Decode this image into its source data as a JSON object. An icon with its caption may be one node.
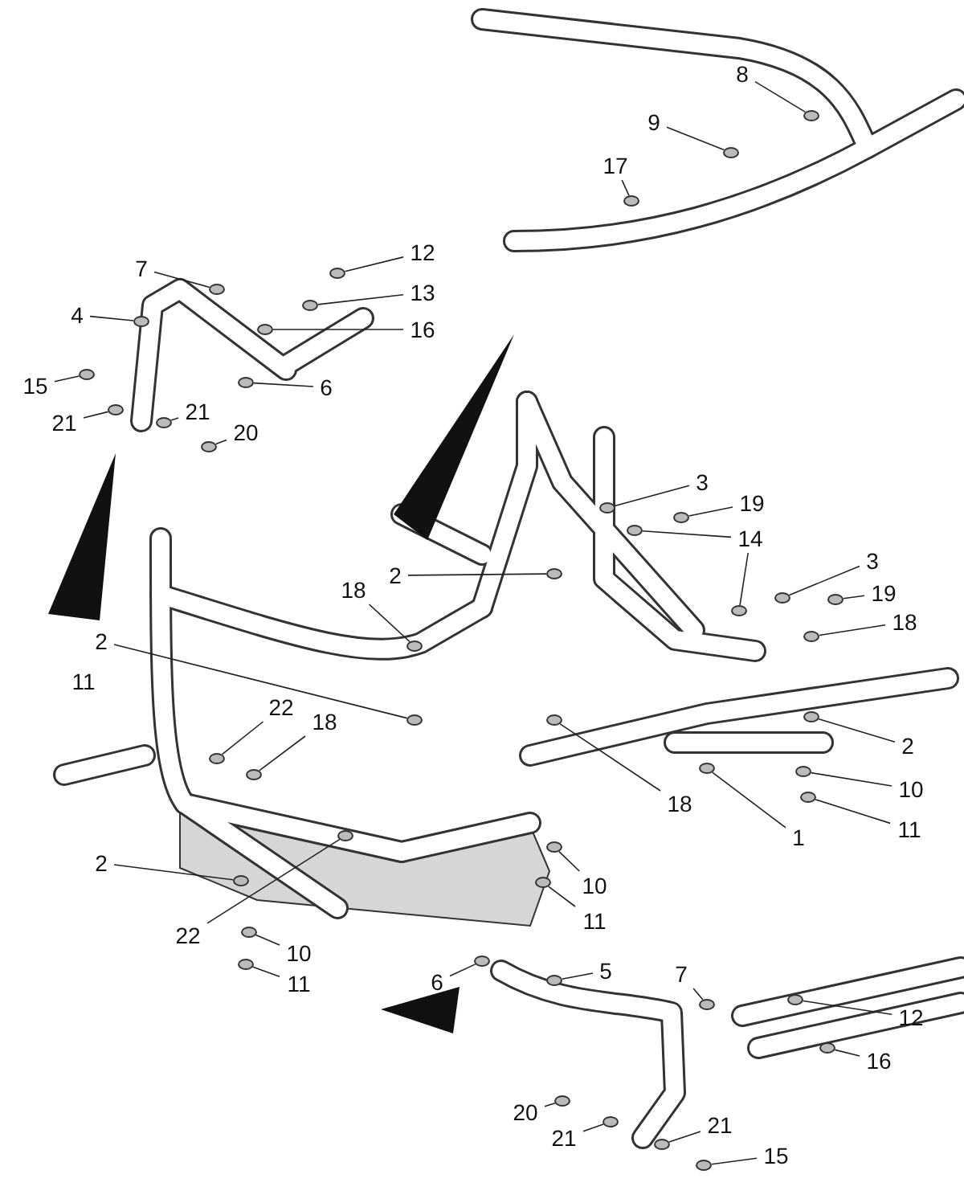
{
  "diagram": {
    "nodes": [
      {
        "text": [
          "8"
        ]
      },
      {
        "text": [
          "9"
        ]
      },
      {
        "text": [
          "17"
        ]
      },
      {
        "text": [
          "7"
        ]
      },
      {
        "text": [
          "12"
        ]
      },
      {
        "text": [
          "13"
        ]
      },
      {
        "text": [
          "16"
        ]
      },
      {
        "text": [
          "4"
        ]
      },
      {
        "text": [
          "15"
        ]
      },
      {
        "text": [
          "6"
        ]
      },
      {
        "text": [
          "21"
        ]
      },
      {
        "text": [
          "21"
        ]
      },
      {
        "text": [
          "20"
        ]
      },
      {
        "text": [
          "3"
        ]
      },
      {
        "text": [
          "19"
        ]
      },
      {
        "text": [
          "14"
        ]
      },
      {
        "text": [
          "3"
        ]
      },
      {
        "text": [
          "19"
        ]
      },
      {
        "text": [
          "18"
        ]
      },
      {
        "text": [
          "2"
        ]
      },
      {
        "text": [
          "18"
        ]
      },
      {
        "text": [
          "2"
        ]
      },
      {
        "text": [
          "22"
        ]
      },
      {
        "text": [
          "18"
        ]
      },
      {
        "text": [
          "2"
        ]
      },
      {
        "text": [
          "10"
        ]
      },
      {
        "text": [
          "11"
        ]
      },
      {
        "text": [
          "1"
        ]
      },
      {
        "text": [
          "18"
        ]
      },
      {
        "text": [
          "2"
        ]
      },
      {
        "text": [
          "10"
        ]
      },
      {
        "text": [
          "11"
        ]
      },
      {
        "text": [
          "22"
        ]
      },
      {
        "text": [
          "10"
        ]
      },
      {
        "text": [
          "11"
        ]
      },
      {
        "text": [
          "6"
        ]
      },
      {
        "text": [
          "5"
        ]
      },
      {
        "text": [
          "7"
        ]
      },
      {
        "text": [
          "12"
        ]
      },
      {
        "text": [
          "16"
        ]
      },
      {
        "text": [
          "20"
        ]
      },
      {
        "text": [
          "21"
        ]
      },
      {
        "text": [
          "21"
        ]
      },
      {
        "text": [
          "15"
        ]
      },
      {
        "text": [],
        "shape": "circle"
      },
      {
        "text": [],
        "shape": "circle"
      },
      {
        "text": [],
        "shape": "circle"
      },
      {
        "text": [],
        "shape": "circle"
      },
      {
        "text": [],
        "shape": "circle"
      },
      {
        "text": [],
        "shape": "circle"
      },
      {
        "text": [],
        "shape": "circle"
      },
      {
        "text": [],
        "shape": "circle"
      },
      {
        "text": [],
        "shape": "circle"
      },
      {
        "text": [],
        "shape": "circle"
      },
      {
        "text": [],
        "shape": "circle"
      },
      {
        "text": [],
        "shape": "circle"
      },
      {
        "text": [],
        "shape": "circle"
      },
      {
        "text": [],
        "shape": "circle"
      },
      {
        "text": [],
        "shape": "circle"
      },
      {
        "text": [],
        "shape": "circle"
      },
      {
        "text": [],
        "shape": "circle"
      },
      {
        "text": [],
        "shape": "circle"
      },
      {
        "text": [],
        "shape": "circle"
      },
      {
        "text": [],
        "shape": "circle"
      },
      {
        "text": [],
        "shape": "circle"
      },
      {
        "text": [],
        "shape": "circle"
      },
      {
        "text": [],
        "shape": "circle"
      },
      {
        "text": [],
        "shape": "circle"
      },
      {
        "text": [],
        "shape": "circle"
      },
      {
        "text": [],
        "shape": "circle"
      },
      {
        "text": [],
        "shape": "circle"
      },
      {
        "text": [],
        "shape": "circle"
      },
      {
        "text": [],
        "shape": "circle"
      },
      {
        "text": [],
        "shape": "circle"
      },
      {
        "text": [],
        "shape": "circle"
      },
      {
        "text": [],
        "shape": "circle"
      },
      {
        "text": [],
        "shape": "circle"
      },
      {
        "text": [],
        "shape": "circle"
      },
      {
        "text": [],
        "shape": "circle"
      },
      {
        "text": [],
        "shape": "circle"
      },
      {
        "text": [],
        "shape": "circle"
      },
      {
        "text": [],
        "shape": "circle"
      },
      {
        "text": [],
        "shape": "circle"
      },
      {
        "text": [],
        "shape": "circle"
      },
      {
        "text": [],
        "shape": "circle"
      },
      {
        "text": [],
        "shape": "circle"
      },
      {
        "text": [],
        "shape": "circle"
      },
      {
        "text": [],
        "shape": "circle"
      },
      {
        "text": [],
        "shape": "circle"
      }
    ],
    "edges": [
      {
        "from": 0,
        "to": 44,
        "arrow": "none"
      },
      {
        "from": 1,
        "to": 45,
        "arrow": "none"
      },
      {
        "from": 2,
        "to": 46,
        "arrow": "none"
      },
      {
        "from": 3,
        "to": 47,
        "arrow": "none"
      },
      {
        "from": 4,
        "to": 48,
        "arrow": "none"
      },
      {
        "from": 5,
        "to": 49,
        "arrow": "none"
      },
      {
        "from": 6,
        "to": 50,
        "arrow": "none"
      },
      {
        "from": 7,
        "to": 51,
        "arrow": "none"
      },
      {
        "from": 8,
        "to": 52,
        "arrow": "none"
      },
      {
        "from": 9,
        "to": 53,
        "arrow": "none"
      },
      {
        "from": 10,
        "to": 54,
        "arrow": "none"
      },
      {
        "from": 11,
        "to": 55,
        "arrow": "none"
      },
      {
        "from": 12,
        "to": 56,
        "arrow": "none"
      },
      {
        "from": 13,
        "to": 57,
        "arrow": "none"
      },
      {
        "from": 14,
        "to": 58,
        "arrow": "none"
      },
      {
        "from": 15,
        "to": 59,
        "arrow": "none"
      },
      {
        "from": 15,
        "to": 60,
        "arrow": "none"
      },
      {
        "from": 16,
        "to": 61,
        "arrow": "none"
      },
      {
        "from": 17,
        "to": 62,
        "arrow": "none"
      },
      {
        "from": 18,
        "to": 63,
        "arrow": "none"
      },
      {
        "from": 19,
        "to": 64,
        "arrow": "none"
      },
      {
        "from": 20,
        "to": 65,
        "arrow": "none"
      },
      {
        "from": 21,
        "to": 66,
        "arrow": "none"
      },
      {
        "from": 22,
        "to": 67,
        "arrow": "none"
      },
      {
        "from": 23,
        "to": 68,
        "arrow": "none"
      },
      {
        "from": 24,
        "to": 69,
        "arrow": "none"
      },
      {
        "from": 25,
        "to": 70,
        "arrow": "none"
      },
      {
        "from": 26,
        "to": 71,
        "arrow": "none"
      },
      {
        "from": 27,
        "to": 72,
        "arrow": "none"
      },
      {
        "from": 28,
        "to": 73,
        "arrow": "none"
      },
      {
        "from": 29,
        "to": 74,
        "arrow": "none"
      },
      {
        "from": 30,
        "to": 75,
        "arrow": "none"
      },
      {
        "from": 31,
        "to": 76,
        "arrow": "none"
      },
      {
        "from": 32,
        "to": 77,
        "arrow": "none"
      },
      {
        "from": 33,
        "to": 78,
        "arrow": "none"
      },
      {
        "from": 34,
        "to": 79,
        "arrow": "none"
      },
      {
        "from": 35,
        "to": 80,
        "arrow": "none"
      },
      {
        "from": 36,
        "to": 81,
        "arrow": "none"
      },
      {
        "from": 37,
        "to": 82,
        "arrow": "none"
      },
      {
        "from": 38,
        "to": 83,
        "arrow": "none"
      },
      {
        "from": 39,
        "to": 84,
        "arrow": "none"
      },
      {
        "from": 40,
        "to": 85,
        "arrow": "none"
      },
      {
        "from": 41,
        "to": 86,
        "arrow": "none"
      },
      {
        "from": 42,
        "to": 87,
        "arrow": "none"
      },
      {
        "from": 43,
        "to": 88,
        "arrow": "none"
      }
    ],
    "labels": [
      "11"
    ]
  }
}
